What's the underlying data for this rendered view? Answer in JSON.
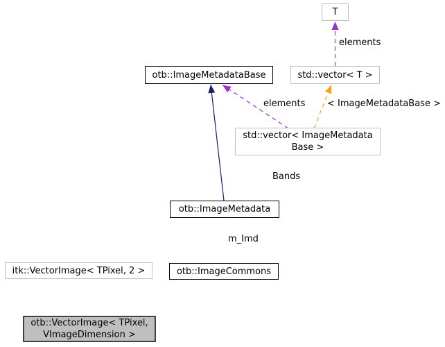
{
  "diagram": {
    "type": "doxygen-collaboration-graph",
    "background": "#ffffff",
    "colors": {
      "inheritance": "#191970",
      "usage": "#9a32cd",
      "template_instance": "#ffa500",
      "node_border_documented": "#000000",
      "node_border_external": "#bfbfbf",
      "focal_fill": "#bfbfbf",
      "focal_border": "#404040",
      "text": "#000000"
    },
    "nodes": {
      "t": {
        "label": "T"
      },
      "vector_t": {
        "label": "std::vector< T >"
      },
      "image_metadata_base": {
        "label": "otb::ImageMetadataBase"
      },
      "vector_image_metadata_base": {
        "line1": "std::vector< ImageMetadata",
        "line2": "Base >"
      },
      "image_metadata": {
        "label": "otb::ImageMetadata"
      },
      "image_commons": {
        "label": "otb::ImageCommons"
      },
      "itk_vector_image": {
        "label": "itk::VectorImage< TPixel, 2 >"
      },
      "otb_vector_image": {
        "line1": "otb::VectorImage< TPixel,",
        "line2": "VImageDimension >"
      }
    },
    "edge_labels": {
      "elements_top": "elements",
      "elements_mid": "elements",
      "template_args": "< ImageMetadataBase >",
      "bands": "Bands",
      "m_imd": "m_Imd"
    }
  }
}
